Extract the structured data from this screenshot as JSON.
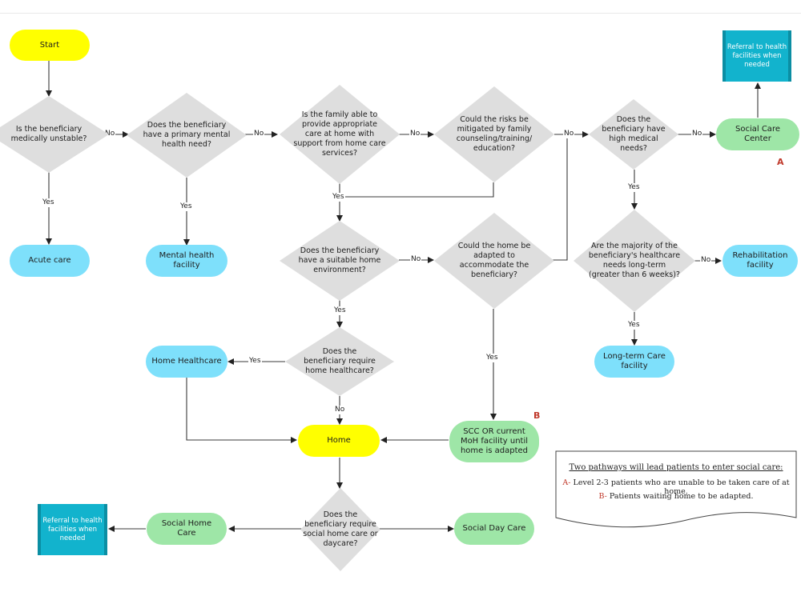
{
  "nodes": {
    "start": "Start",
    "acute_care": "Acute care",
    "mental_health_facility": "Mental health facility",
    "social_care_center": "Social Care Center",
    "referral_top": "Referral to health facilities when needed",
    "rehabilitation_facility": "Rehabilitation facility",
    "long_term_care_facility": "Long-term Care facility",
    "home_healthcare": "Home Healthcare",
    "home": "Home",
    "scc_facility": "SCC OR current MoH facility until home is adapted",
    "social_home_care": "Social Home Care",
    "social_day_care": "Social Day Care",
    "referral_bottom": "Referral to health facilities when needed"
  },
  "decisions": {
    "medically_unstable": "Is the beneficiary medically unstable?",
    "mental_health_need": "Does the beneficiary have a primary mental health need?",
    "family_able": "Is the family able to provide appropriate care at home with support from home care services?",
    "risks_mitigated": "Could the risks be mitigated by family counseling/training/ education?",
    "high_medical_needs": "Does the beneficiary have high medical needs?",
    "suitable_home": "Does the beneficiary have a suitable home environment?",
    "home_adapted": "Could the home be adapted to accommodate the beneficiary?",
    "long_term_needs": "Are the majority of the beneficiary's healthcare needs long-term (greater than 6 weeks)?",
    "require_home_healthcare": "Does the beneficiary require home healthcare?",
    "require_social_care": "Does the beneficiary require social home care or daycare?"
  },
  "edge_labels": {
    "yes": "Yes",
    "no": "No"
  },
  "markers": {
    "a": "A",
    "b": "B"
  },
  "note": {
    "title": "Two pathways will lead patients to enter social care:",
    "a_prefix": "A-",
    "a_text": " Level 2-3 patients who are unable to be taken care of at home.",
    "b_prefix": "B-",
    "b_text": " Patients waiting home to be adapted."
  }
}
